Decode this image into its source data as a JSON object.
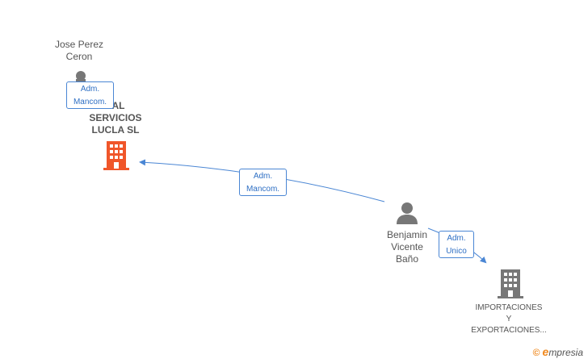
{
  "colors": {
    "edge": "#4a86d4",
    "badge_text": "#2e6fc4",
    "person_icon": "#777777",
    "company_main": "#f0562a",
    "company_other": "#777777",
    "label_text": "#555555",
    "brand_accent": "#f08a20"
  },
  "persons": [
    {
      "id": "jose",
      "name_lines": [
        "Jose Perez",
        "Ceron"
      ],
      "icon": "person-icon"
    },
    {
      "id": "benjamin",
      "name_lines": [
        "Benjamin",
        "Vicente",
        "Baño"
      ],
      "icon": "person-icon"
    }
  ],
  "companies": [
    {
      "id": "lucla",
      "name_lines": [
        "TAL",
        "SERVICIOS",
        "LUCLA SL"
      ],
      "icon": "building-icon",
      "highlight": true
    },
    {
      "id": "importaciones",
      "name_lines": [
        "IMPORTACIONES",
        "Y",
        "EXPORTACIONES..."
      ],
      "icon": "building-icon",
      "highlight": false
    }
  ],
  "relations": [
    {
      "from": "jose",
      "to": "lucla",
      "label_lines": [
        "Adm.",
        "Mancom."
      ]
    },
    {
      "from": "benjamin",
      "to": "lucla",
      "label_lines": [
        "Adm.",
        "Mancom."
      ]
    },
    {
      "from": "benjamin",
      "to": "importaciones",
      "label_lines": [
        "Adm.",
        "Unico"
      ]
    }
  ],
  "brand": {
    "copyright": "©",
    "logo_initial": "e",
    "logo_rest": "mpresia"
  }
}
